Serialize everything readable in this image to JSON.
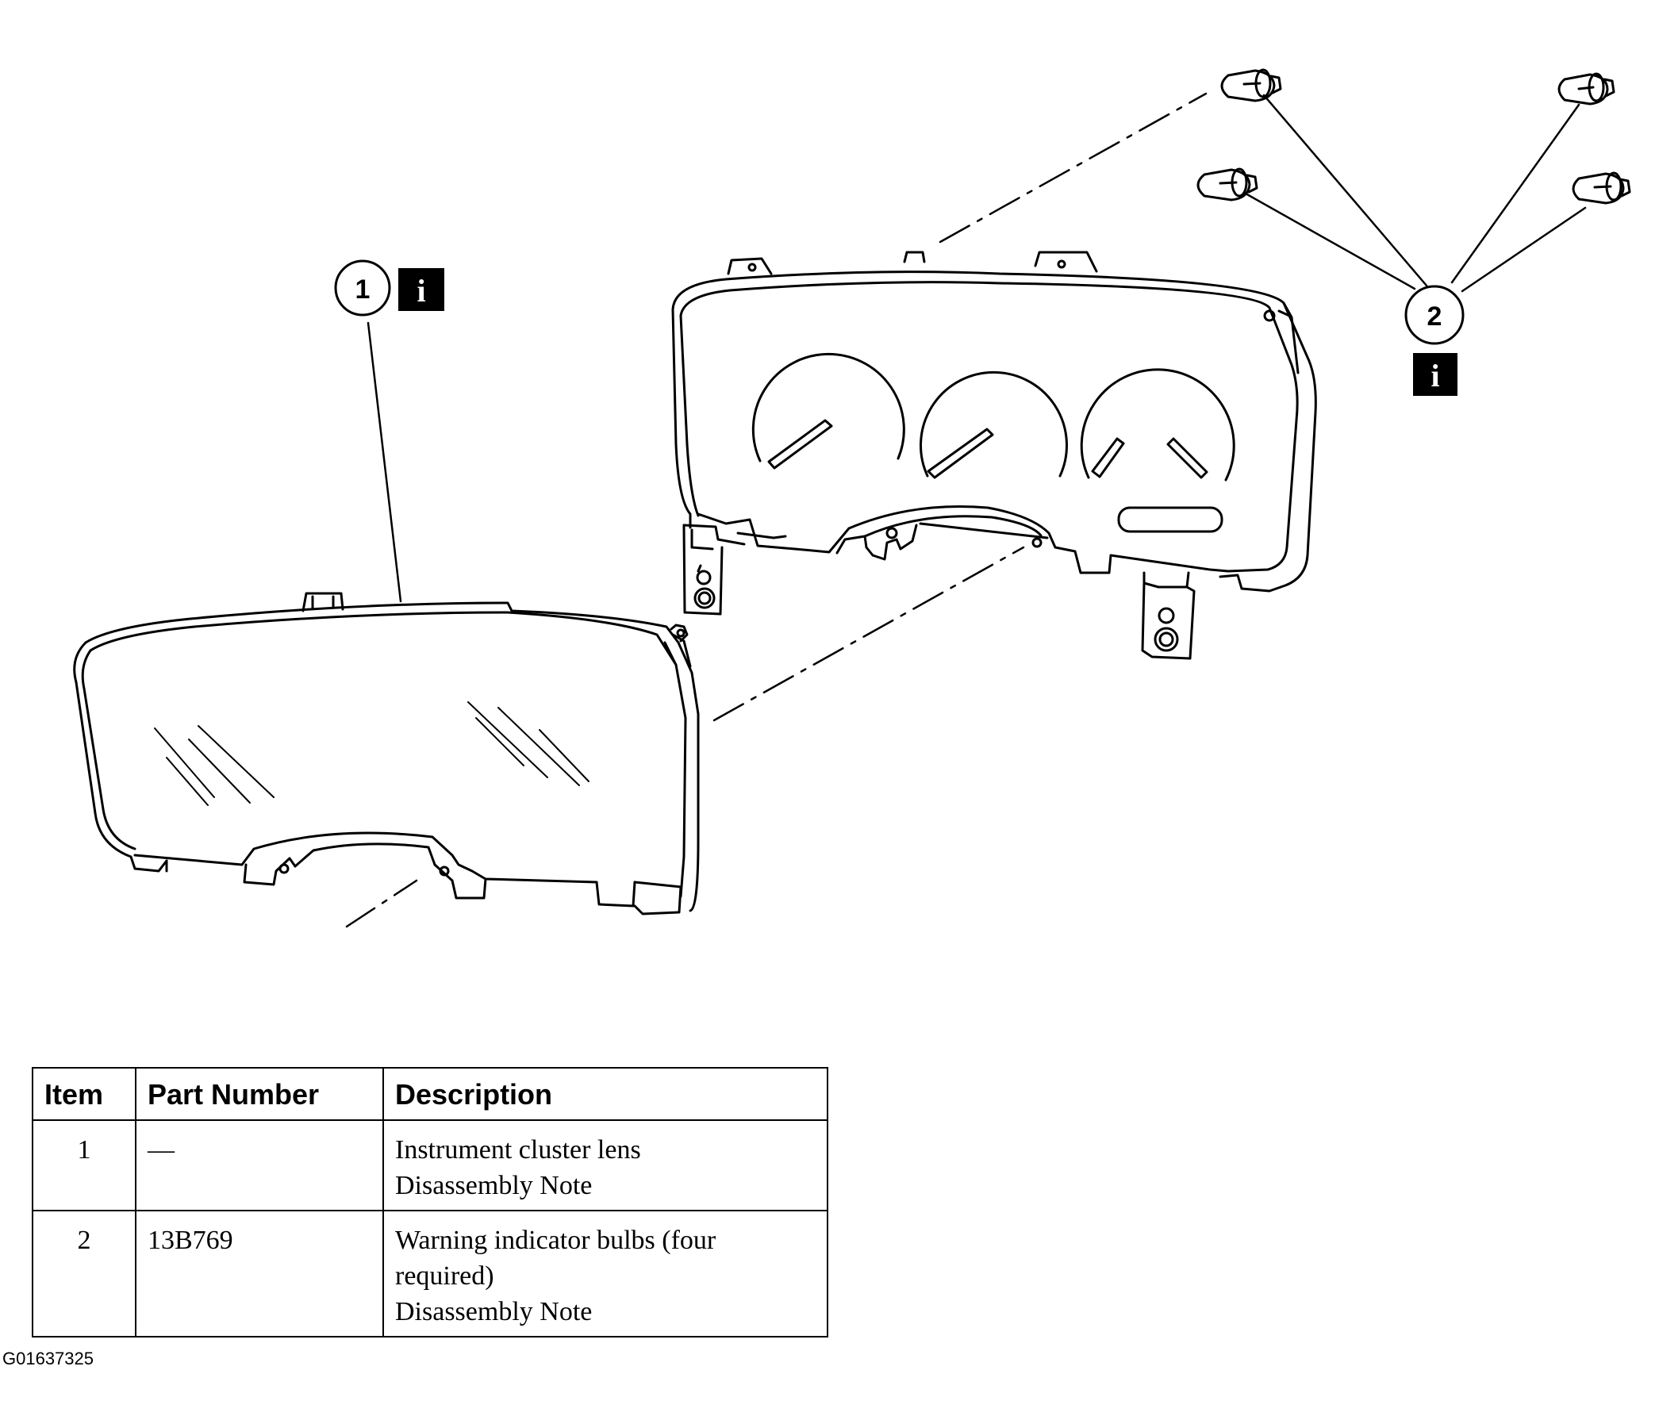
{
  "callouts": [
    {
      "number": "1",
      "info_icon": "info-icon"
    },
    {
      "number": "2",
      "info_icon": "info-icon"
    }
  ],
  "info_glyph": "i",
  "table": {
    "headers": {
      "item": "Item",
      "part_number": "Part Number",
      "description": "Description"
    },
    "rows": [
      {
        "item": "1",
        "part_number": "—",
        "description": [
          "Instrument cluster lens",
          "Disassembly Note"
        ]
      },
      {
        "item": "2",
        "part_number": "13B769",
        "description": [
          "Warning indicator bulbs (four",
          "required)",
          "Disassembly Note"
        ]
      }
    ]
  },
  "figure_code": "G01637325"
}
